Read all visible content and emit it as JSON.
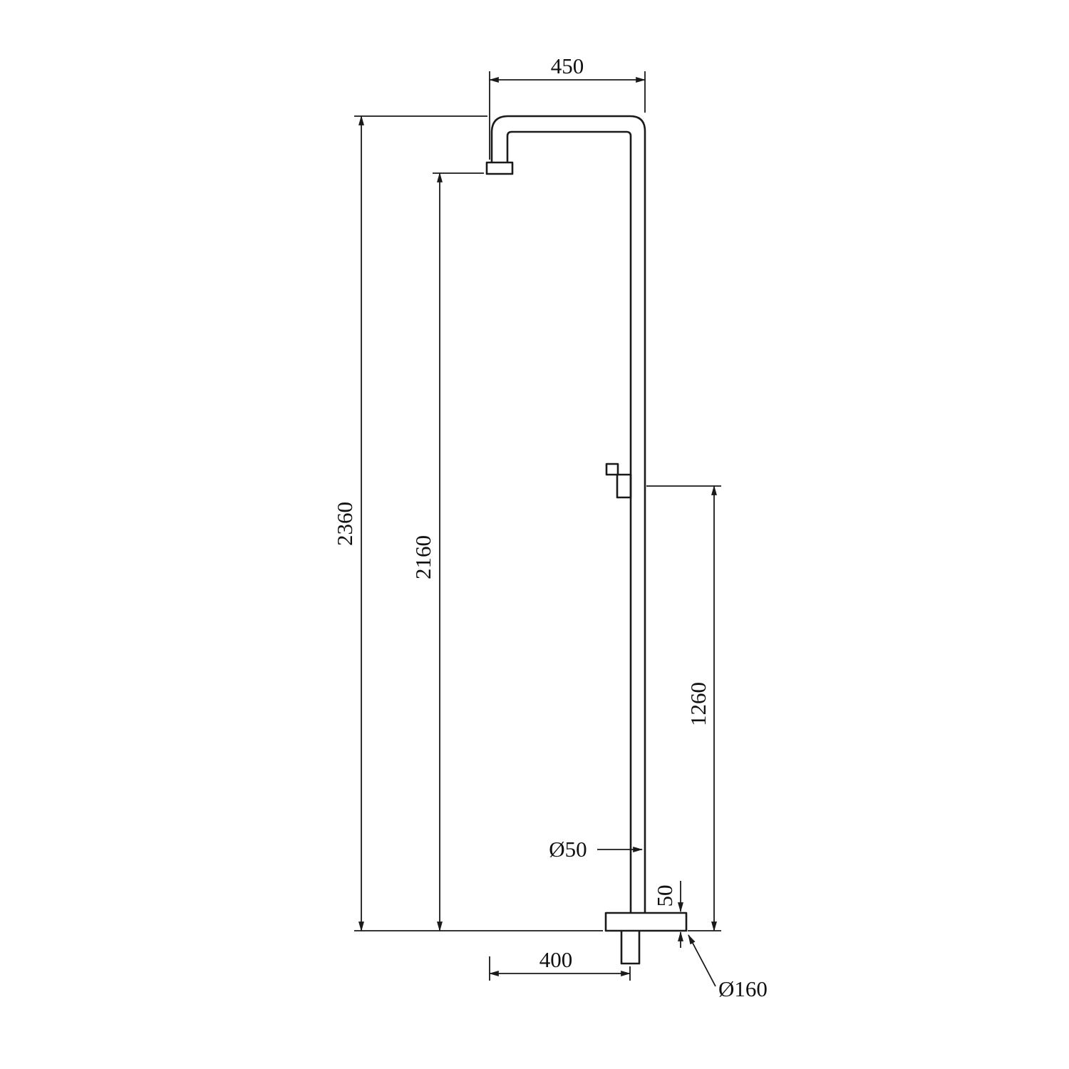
{
  "colors": {
    "line": "#1a1a1a",
    "background": "#ffffff"
  },
  "dims": {
    "arm_width": "450",
    "overall_height": "2360",
    "head_outlet_height": "2160",
    "valve_height": "1260",
    "pipe_diameter": "Ø50",
    "base_thickness": "50",
    "bottom_reach": "400",
    "base_diameter": "Ø160"
  }
}
